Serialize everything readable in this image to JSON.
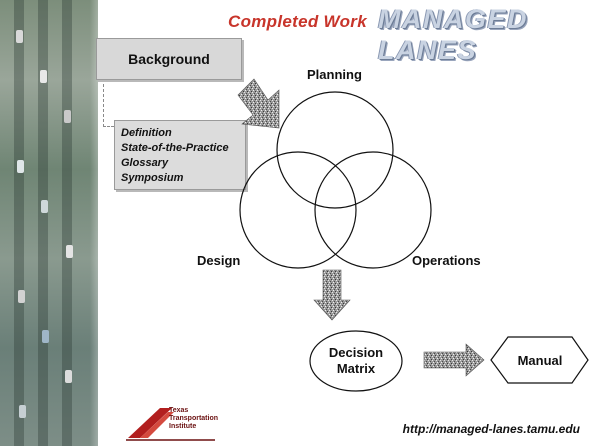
{
  "header": {
    "subtitle": "Completed Work",
    "title": "MANAGED LANES"
  },
  "background_box": {
    "label": "Background",
    "items": [
      "Definition",
      "State-of-the-Practice",
      "Glossary",
      "Symposium"
    ]
  },
  "venn": {
    "planning": "Planning",
    "design": "Design",
    "operations": "Operations"
  },
  "flow": {
    "decision_line1": "Decision",
    "decision_line2": "Matrix",
    "manual": "Manual"
  },
  "footer": {
    "logo_line1": "Texas",
    "logo_line2": "Transportation",
    "logo_line3": "Institute",
    "url": "http://managed-lanes.tamu.edu"
  },
  "colors": {
    "accent_red": "#c8352b",
    "title_blue": "#c9d3e2",
    "box_grey": "#d8d8d8",
    "arrow_grey": "#8a8a8a"
  }
}
